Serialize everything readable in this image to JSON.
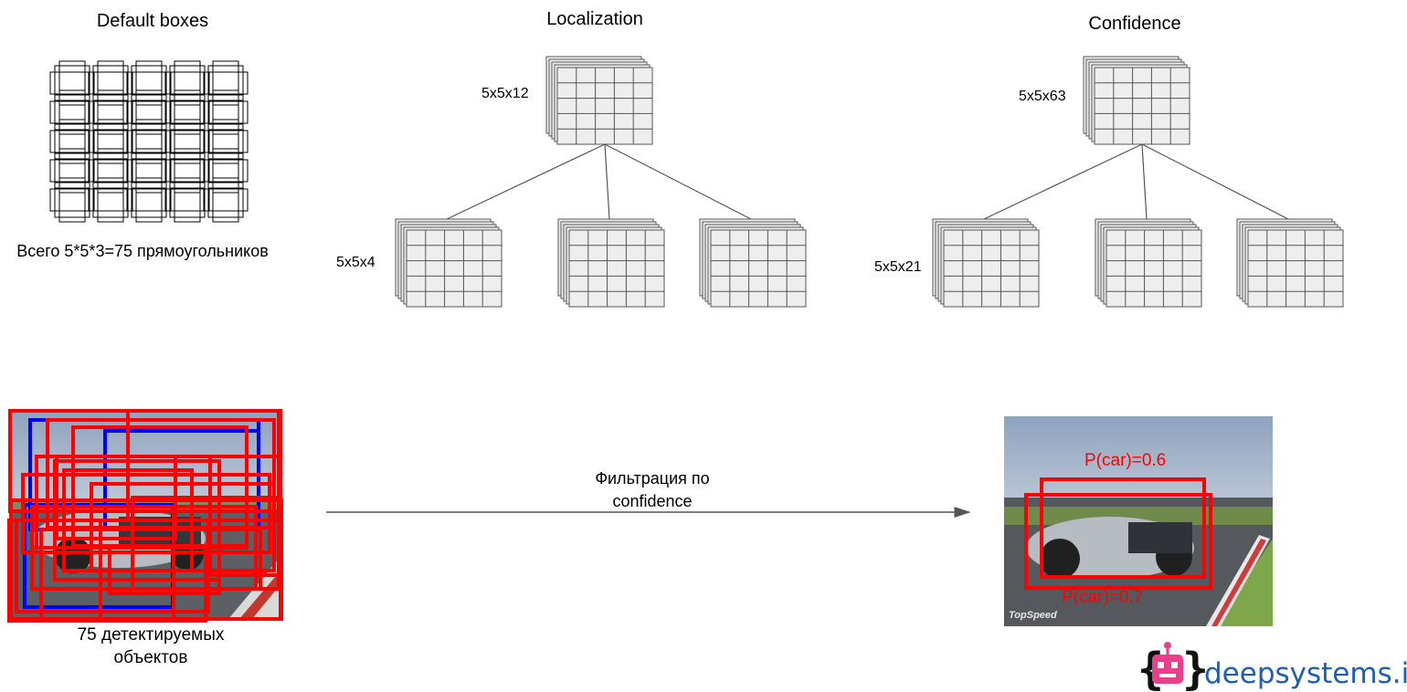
{
  "default_boxes": {
    "title": "Default boxes",
    "caption": "Всего 5*5*3=75 прямоугольников"
  },
  "localization": {
    "title": "Localization",
    "stack_label": "5x5x12",
    "branch_label": "5x5x4"
  },
  "confidence": {
    "title": "Confidence",
    "stack_label": "5x5x63",
    "branch_label": "5x5x21"
  },
  "detections": {
    "caption_line1": "75 детектируемых",
    "caption_line2": "объектов"
  },
  "filter_arrow": {
    "label_line1": "Фильтрация по",
    "label_line2": "confidence"
  },
  "result": {
    "label_top": "P(car)=0.6",
    "label_bottom": "P(car)=0.7",
    "watermark": "TopSpeed"
  },
  "logo": {
    "text": "deepsystems.io"
  },
  "colors": {
    "box_red": "#ff0000",
    "box_blue": "#0000ff",
    "grid_fill": "#eeeeee",
    "grid_stroke": "#555555",
    "logo_blue": "#1f5fb0",
    "logo_pink": "#e8408a"
  }
}
